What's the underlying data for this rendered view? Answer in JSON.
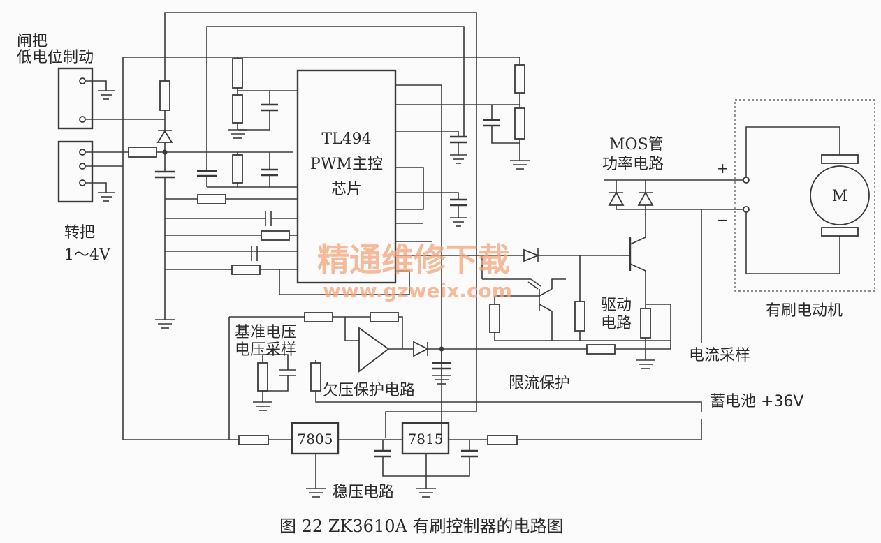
{
  "labels": {
    "brake": "闸把",
    "brake_low": "低电位制动",
    "handle": "转把",
    "handle_voltage": "1～4V",
    "chip_line1": "TL494",
    "chip_line2": "PWM主控",
    "chip_line3": "芯片",
    "mos_line1": "MOS管",
    "mos_line2": "功率电路",
    "plus": "+",
    "minus": "−",
    "motor_symbol": "M",
    "motor_label": "有刷电动机",
    "drive_line1": "驱动",
    "drive_line2": "电路",
    "ref_line1": "基准电压",
    "ref_line2": "电压采样",
    "undervoltage": "欠压保护电路",
    "current_limit": "限流保护",
    "current_sample": "电流采样",
    "battery": "蓄电池 +36V",
    "reg1": "7805",
    "reg2": "7815",
    "regulator": "稳压电路",
    "caption": "图 22 ZK3610A 有刷控制器的电路图"
  },
  "watermark": {
    "line1": "精通维修下载",
    "line2": "www.gzweix.com"
  },
  "colors": {
    "line": "#3a3a3a",
    "watermark": "#f2a57a",
    "background": "#fbfbfb"
  }
}
